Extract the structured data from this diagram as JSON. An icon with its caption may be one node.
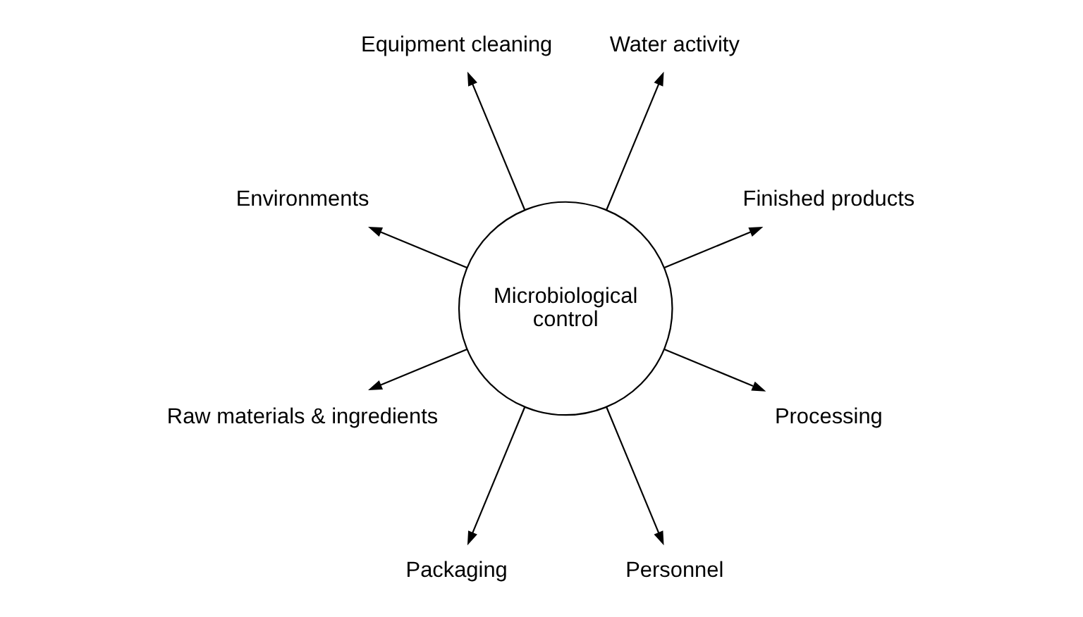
{
  "diagram": {
    "nodes": [
      {
        "text": [
          "Finished products"
        ]
      },
      {
        "text": [
          "Water activity"
        ]
      },
      {
        "text": [
          "Equipment cleaning"
        ]
      },
      {
        "text": [
          "Environments"
        ]
      },
      {
        "text": [
          "Microbiological control"
        ]
      },
      {
        "text": [
          "Raw materials & ingredients"
        ]
      },
      {
        "text": [
          "Packaging"
        ]
      },
      {
        "text": [
          "Personnel"
        ]
      },
      {
        "text": [
          "Processing"
        ]
      }
    ],
    "edges": [
      {
        "from": 4,
        "to": 0,
        "arrow": "to"
      },
      {
        "from": 4,
        "to": 2,
        "arrow": "to"
      },
      {
        "from": 4,
        "to": 5,
        "arrow": "to"
      },
      {
        "from": 4,
        "to": 7,
        "arrow": "to"
      },
      {
        "from": 4,
        "to": 8,
        "arrow": "to"
      },
      {
        "from": 4,
        "to": 6,
        "arrow": "to"
      },
      {
        "from": 4,
        "to": 3,
        "arrow": "to"
      },
      {
        "from": 4,
        "to": 1,
        "arrow": "to"
      }
    ]
  }
}
